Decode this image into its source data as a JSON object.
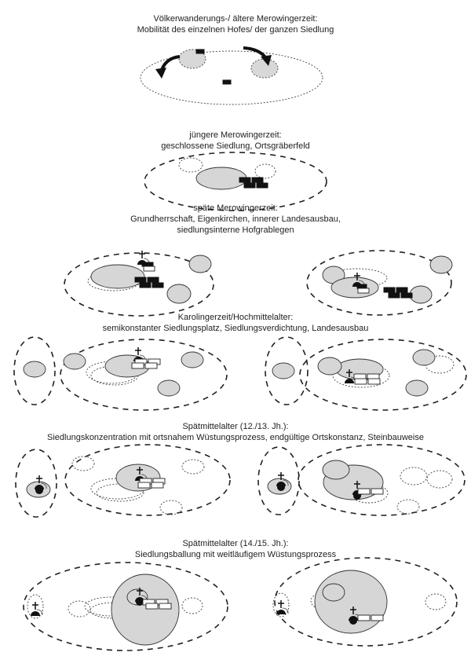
{
  "panels": [
    {
      "title": "Völkerwanderungs-/ ältere Merowingerzeit:",
      "subtitle": "Mobilität des einzelnen Hofes/ der ganzen Siedlung"
    },
    {
      "title": "jüngere Merowingerzeit:",
      "subtitle": "geschlossene Siedlung, Ortsgräberfeld"
    },
    {
      "title": "späte Merowingerzeit:",
      "subtitle": "Grundherrschaft, Eigenkirchen, innerer Landesausbau,",
      "subtitle2": "siedlungsinterne Hofgrablegen"
    },
    {
      "title": "Karolingerzeit/Hochmittelalter:",
      "subtitle": "semikonstanter Siedlungsplatz, Siedlungsverdichtung, Landesausbau"
    },
    {
      "title": "Spätmittelalter (12./13. Jh.):",
      "subtitle": "Siedlungskonzentration mit ortsnahem Wüstungsprozess, endgültige Ortskonstanz, Steinbauweise"
    },
    {
      "title": "Spätmittelalter (14./15. Jh.):",
      "subtitle": "Siedlungsballung mit weitläufigem Wüstungsprozess"
    }
  ],
  "colors": {
    "settlement_fill": "#d6d6d6",
    "outline": "#222222",
    "grave": "#111111"
  },
  "icons": [
    "church-cross-icon",
    "grave-brick-icon",
    "stone-building-icon",
    "movement-arrow-icon"
  ]
}
